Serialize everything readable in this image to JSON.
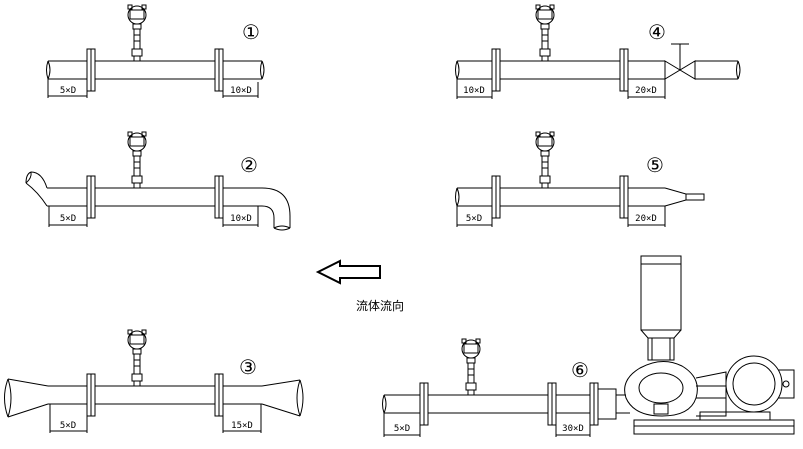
{
  "diagrams": [
    {
      "number": "①",
      "upstream": "5×D",
      "downstream": "10×D"
    },
    {
      "number": "②",
      "upstream": "5×D",
      "downstream": "10×D"
    },
    {
      "number": "③",
      "upstream": "5×D",
      "downstream": "15×D"
    },
    {
      "number": "④",
      "upstream": "10×D",
      "downstream": "20×D"
    },
    {
      "number": "⑤",
      "upstream": "5×D",
      "downstream": "20×D"
    },
    {
      "number": "⑥",
      "upstream": "5×D",
      "downstream": "30×D"
    }
  ],
  "flow_direction_label": "流体流向"
}
